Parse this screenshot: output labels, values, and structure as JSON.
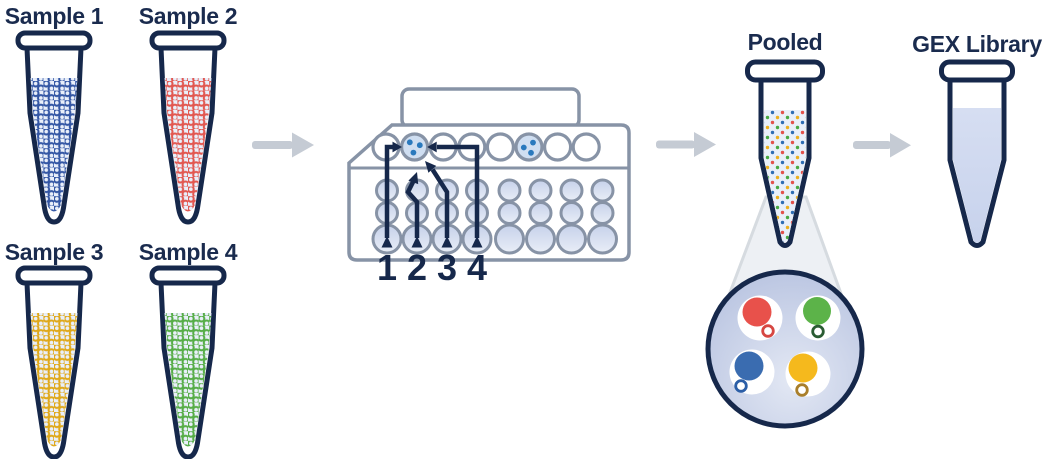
{
  "samples": [
    {
      "label": "Sample 1",
      "color": "#3356a4"
    },
    {
      "label": "Sample 2",
      "color": "#e25750"
    },
    {
      "label": "Sample 3",
      "color": "#dfa81a"
    },
    {
      "label": "Sample 4",
      "color": "#56ad47"
    }
  ],
  "chip": {
    "lane_numbers": [
      "1",
      "2",
      "3",
      "4"
    ],
    "top_well_count": 8,
    "loaded_top_wells": [
      "2",
      "6"
    ],
    "well_dot_color": "#2a79bd"
  },
  "pooled": {
    "label": "Pooled",
    "dot_colors": [
      "#2e6db4",
      "#e2524c",
      "#eab020",
      "#49a942"
    ]
  },
  "gex": {
    "label": "GEX Library",
    "fill_color": "#ccd6ee"
  },
  "magnifier_cells": [
    {
      "name": "red-cell",
      "color": "#e8514b",
      "ring": "#d64742"
    },
    {
      "name": "green-cell",
      "color": "#5cb349",
      "ring": "#2a5c33"
    },
    {
      "name": "blue-cell",
      "color": "#3a6cb0",
      "ring": "#2b5ea7"
    },
    {
      "name": "yellow-cell",
      "color": "#f5b91d",
      "ring": "#a97f2b"
    }
  ],
  "colors": {
    "outline_navy": "#16284b",
    "text_navy": "#1a2b4e",
    "chip_gray": "#8793a6",
    "flow_arrow_gray": "#c5cbd4",
    "liquid_light": "#e9effa",
    "loaded_well_fill": "#cfdef1"
  }
}
